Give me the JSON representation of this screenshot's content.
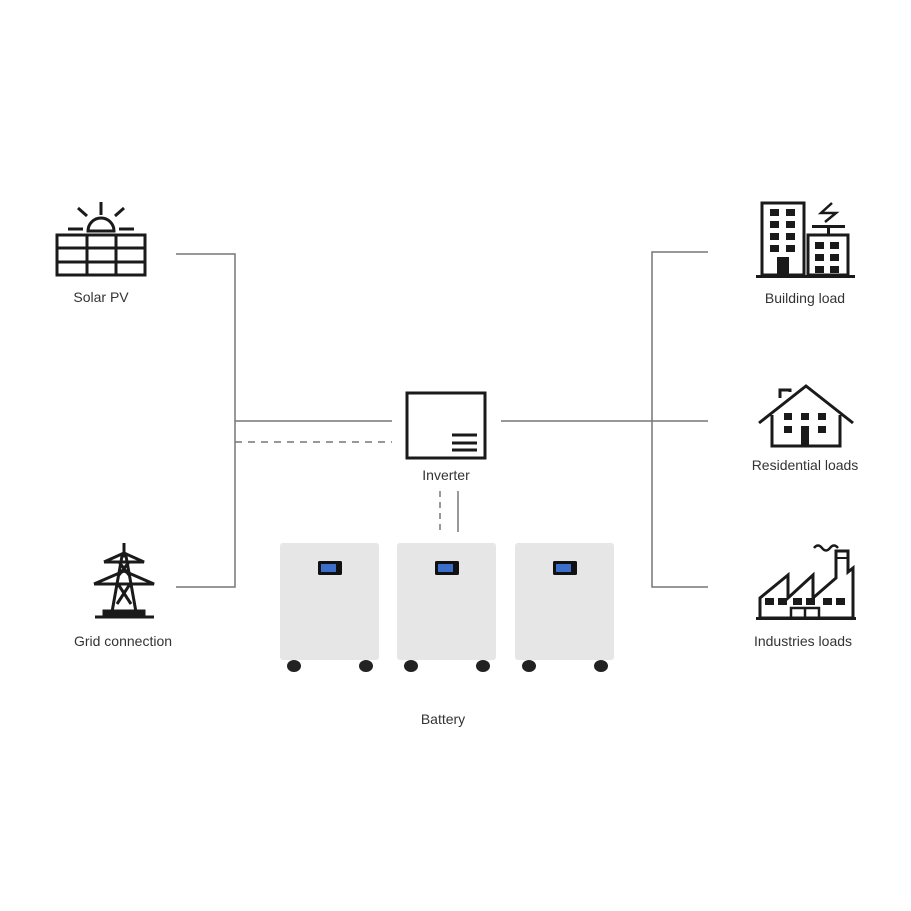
{
  "nodes": {
    "solar": {
      "label": "Solar PV",
      "icon": "solar-panel-icon"
    },
    "grid": {
      "label": "Grid connection",
      "icon": "power-tower-icon"
    },
    "inverter": {
      "label": "Inverter",
      "icon": "inverter-icon"
    },
    "battery": {
      "label": "Battery",
      "icon": "battery-cabinet-icon",
      "count": 3
    },
    "building": {
      "label": "Building load",
      "icon": "building-icon"
    },
    "residential": {
      "label": "Residential loads",
      "icon": "house-icon"
    },
    "industries": {
      "label": "Industries loads",
      "icon": "factory-icon"
    }
  },
  "colors": {
    "line": "#777777",
    "icon": "#1a1a1a",
    "battery": "#e6e6e6",
    "screen": "#3b6fc9"
  }
}
